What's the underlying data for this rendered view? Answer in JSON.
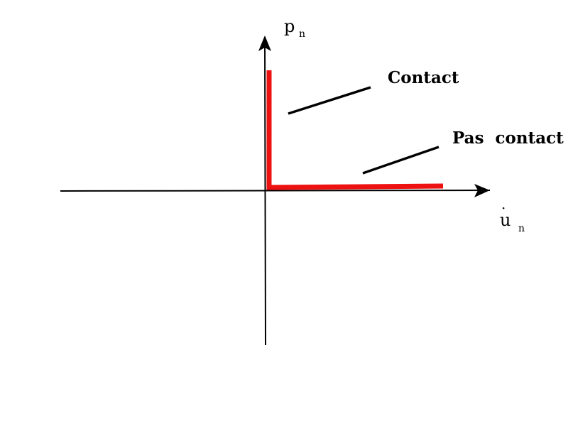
{
  "axes": {
    "vertical": {
      "symbol": "p",
      "subscript": "n"
    },
    "horizontal": {
      "symbol": "u",
      "dot": "·",
      "subscript": "n"
    }
  },
  "annotations": {
    "contact": "Contact",
    "no_contact": "Pas  contact"
  },
  "colors": {
    "law_curve": "#ee1111",
    "axis": "#000000"
  }
}
